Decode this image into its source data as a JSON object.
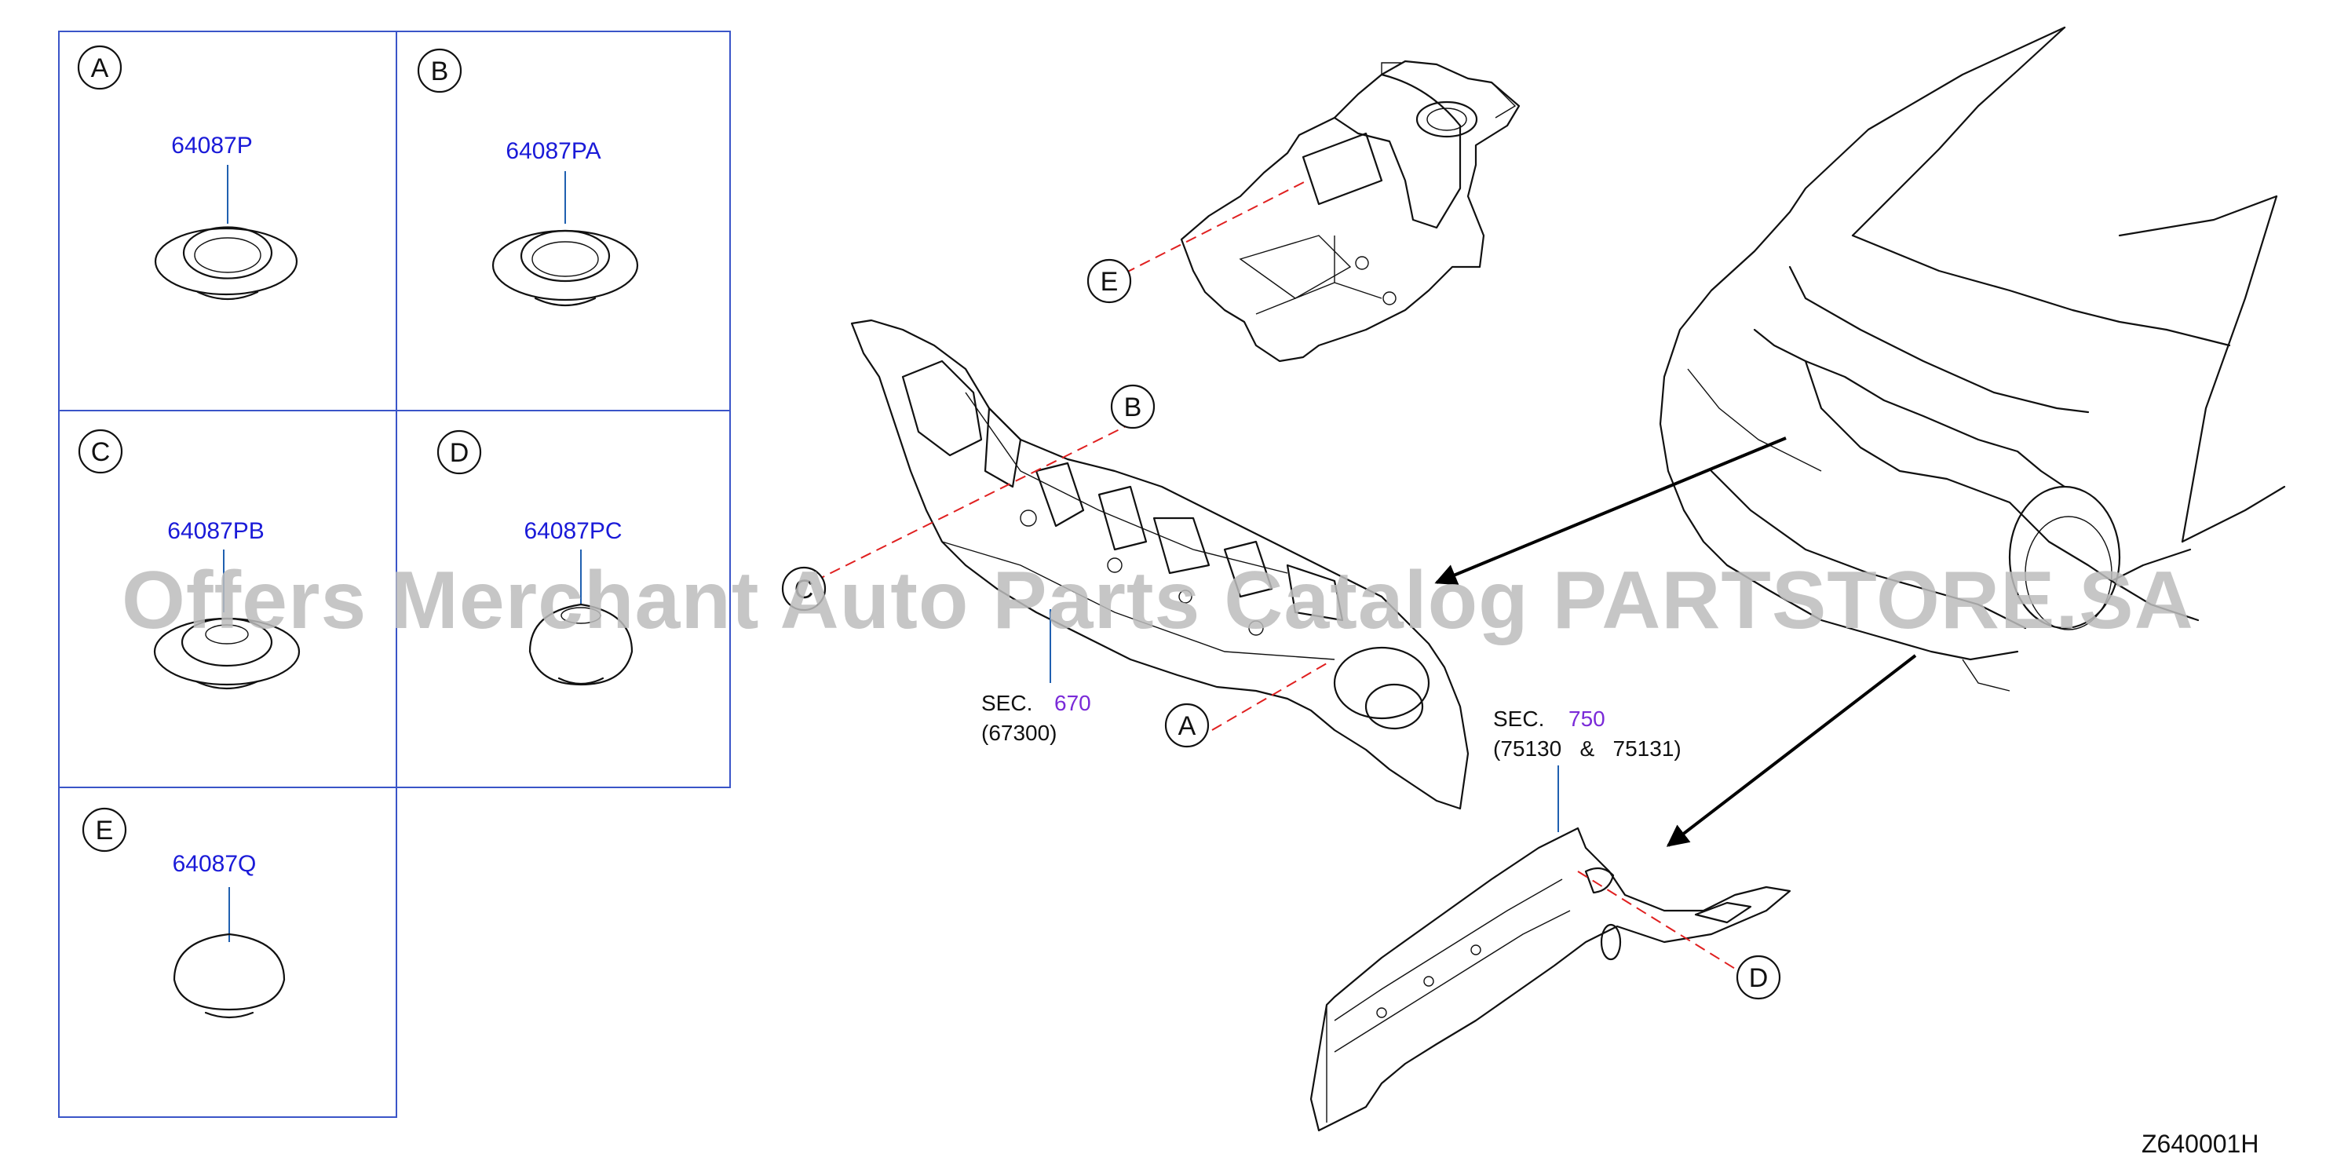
{
  "figure_id": "Z640001H",
  "watermark": "Offers Merchant Auto Parts Catalog PARTSTORE.SA",
  "legend_cells": [
    {
      "letter": "A",
      "part_number": "64087P"
    },
    {
      "letter": "B",
      "part_number": "64087PA"
    },
    {
      "letter": "C",
      "part_number": "64087PB"
    },
    {
      "letter": "D",
      "part_number": "64087PC"
    },
    {
      "letter": "E",
      "part_number": "64087Q"
    }
  ],
  "callouts": {
    "a": "A",
    "b": "B",
    "c": "C",
    "d": "D",
    "e": "E"
  },
  "sections": {
    "dash": {
      "prefix": "SEC.",
      "number": "670",
      "sub": "(67300)"
    },
    "member": {
      "prefix": "SEC.",
      "number": "750",
      "sub": "(75130   &   75131)"
    }
  },
  "colors": {
    "grid": "#3a55c8",
    "part_number": "#1a1ad8",
    "section_number": "#7a2ad8",
    "leader_dash": "#e02020"
  }
}
